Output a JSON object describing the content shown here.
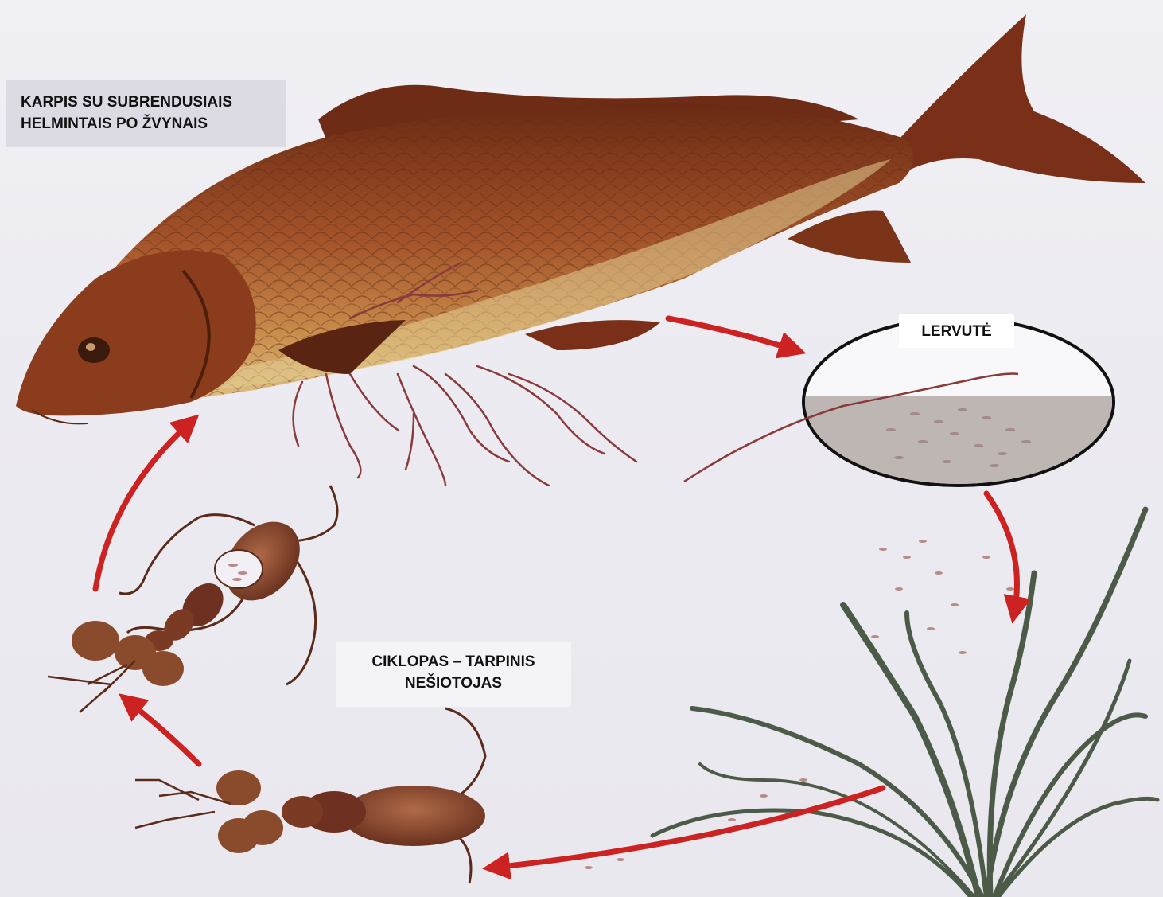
{
  "labels": {
    "carp": "KARPIS SU SUBRENDUSIAIS HELMINTAIS PO ŽVYNAIS",
    "larva": "LERVUTĖ",
    "cyclops": "CIKLOPAS – TARPINIS NEŠIOTOJAS"
  },
  "colors": {
    "arrow": "#cc2222",
    "fish_body": "#9a4a22",
    "fish_belly": "#d8b878",
    "worm": "#8a3a3a",
    "cyclops": "#7a3e28",
    "plant": "#4c5a48"
  }
}
